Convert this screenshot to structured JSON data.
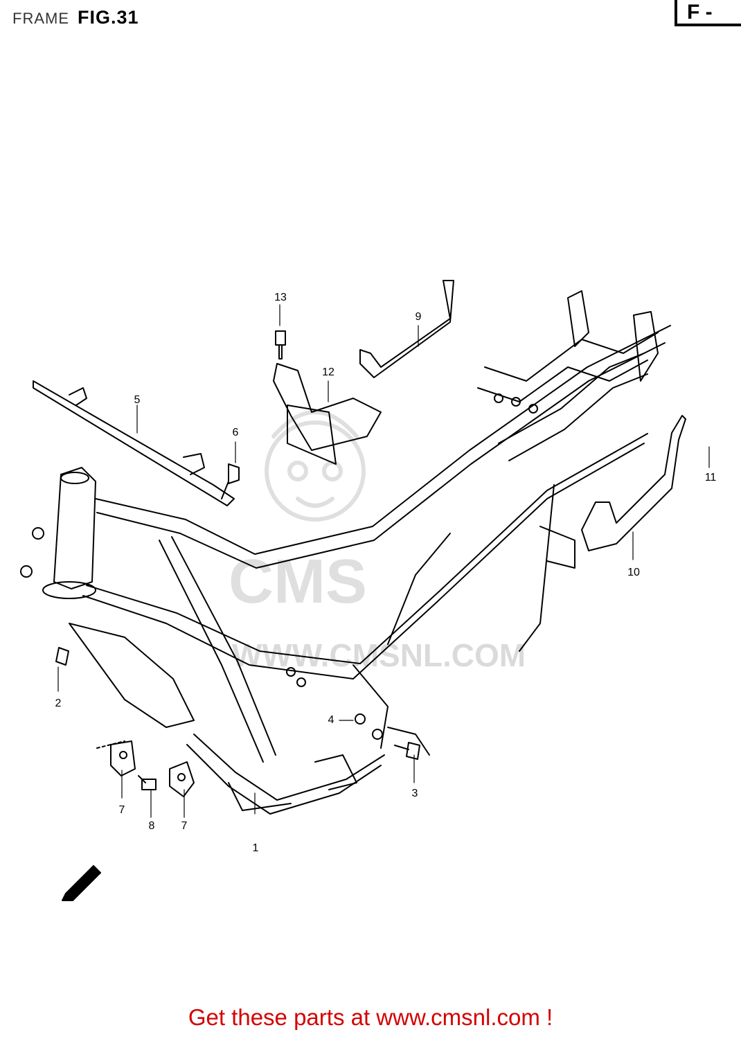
{
  "header": {
    "title": "FRAME",
    "figure": "FIG.31",
    "section_tab": "F -"
  },
  "watermark": {
    "text": "WWW.CMSNL.COM",
    "logo_text": "CMS"
  },
  "callouts": [
    {
      "id": "c1",
      "label": "1"
    },
    {
      "id": "c2",
      "label": "2"
    },
    {
      "id": "c3",
      "label": "3"
    },
    {
      "id": "c4",
      "label": "4"
    },
    {
      "id": "c5",
      "label": "5"
    },
    {
      "id": "c6",
      "label": "6"
    },
    {
      "id": "c7a",
      "label": "7"
    },
    {
      "id": "c7b",
      "label": "7"
    },
    {
      "id": "c8",
      "label": "8"
    },
    {
      "id": "c9",
      "label": "9"
    },
    {
      "id": "c10",
      "label": "10"
    },
    {
      "id": "c11",
      "label": "11"
    },
    {
      "id": "c12",
      "label": "12"
    },
    {
      "id": "c13",
      "label": "13"
    }
  ],
  "footer": {
    "link_text": "Get these parts at www.cmsnl.com !",
    "link_color": "#d40000"
  }
}
